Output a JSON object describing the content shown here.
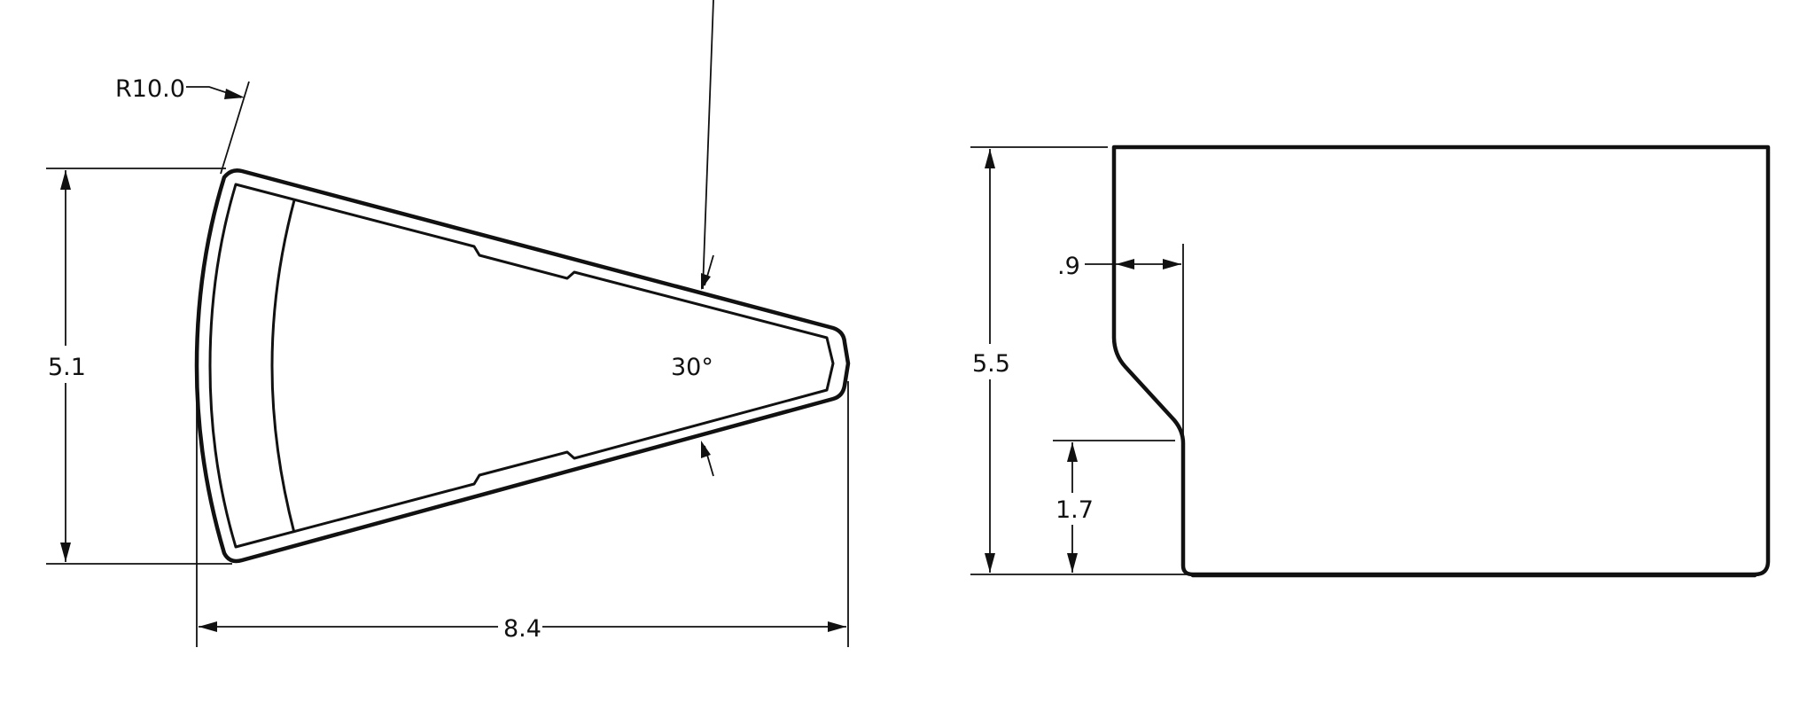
{
  "drawing": {
    "type": "technical-drawing",
    "views": [
      {
        "id": "top-view",
        "description": "Wedge-shaped tray (top view) with curved back edge",
        "dimensions": {
          "radius": "R10.0",
          "height": "5.1",
          "length": "8.4",
          "angle": "30°"
        }
      },
      {
        "id": "side-view",
        "description": "Side profile of tray with stepped front",
        "dimensions": {
          "height": "5.5",
          "step_offset": ".9",
          "lower_height": "1.7"
        }
      }
    ],
    "colors": {
      "line": "#111111",
      "background": "#ffffff"
    }
  }
}
